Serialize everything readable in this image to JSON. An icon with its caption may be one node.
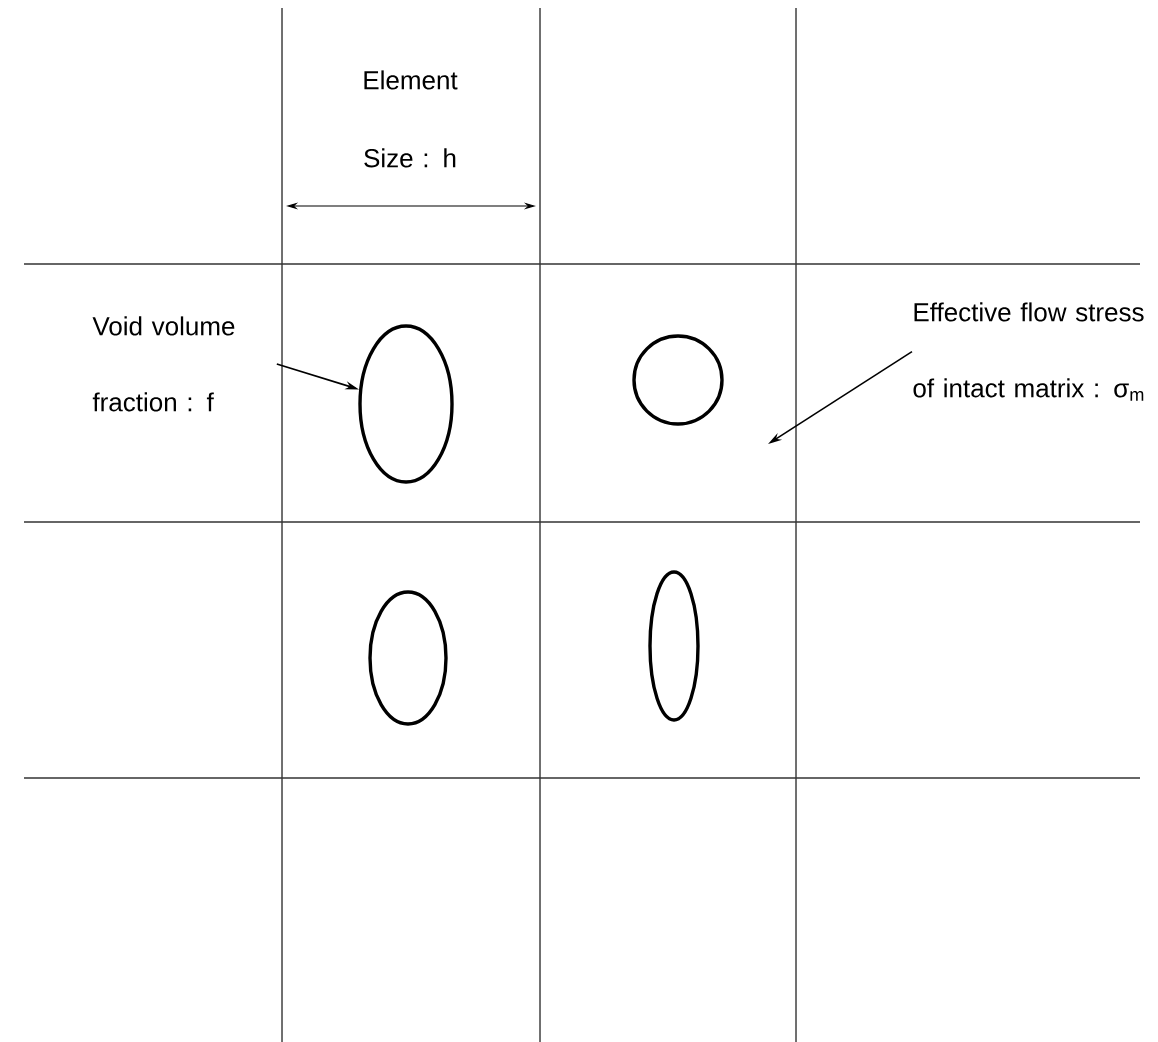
{
  "diagram": {
    "nodes": [
      {
        "text": [
          "Void volume fraction : f"
        ]
      },
      {
        "text": [],
        "shape": "ellipse"
      },
      {
        "text": [],
        "shape": "circle"
      },
      {
        "text": [
          "Effective flow stress of intact matrix : σ$_{m}$"
        ]
      },
      {
        "text": [],
        "shape": "ellipse"
      },
      {
        "text": [],
        "shape": "ellipse"
      }
    ],
    "edges": [
      {
        "from": 0,
        "to": 1,
        "arrow": "to"
      },
      {
        "from": 3,
        "to": null,
        "arrow": "to"
      }
    ],
    "labels": [
      "Element Size : h"
    ]
  }
}
